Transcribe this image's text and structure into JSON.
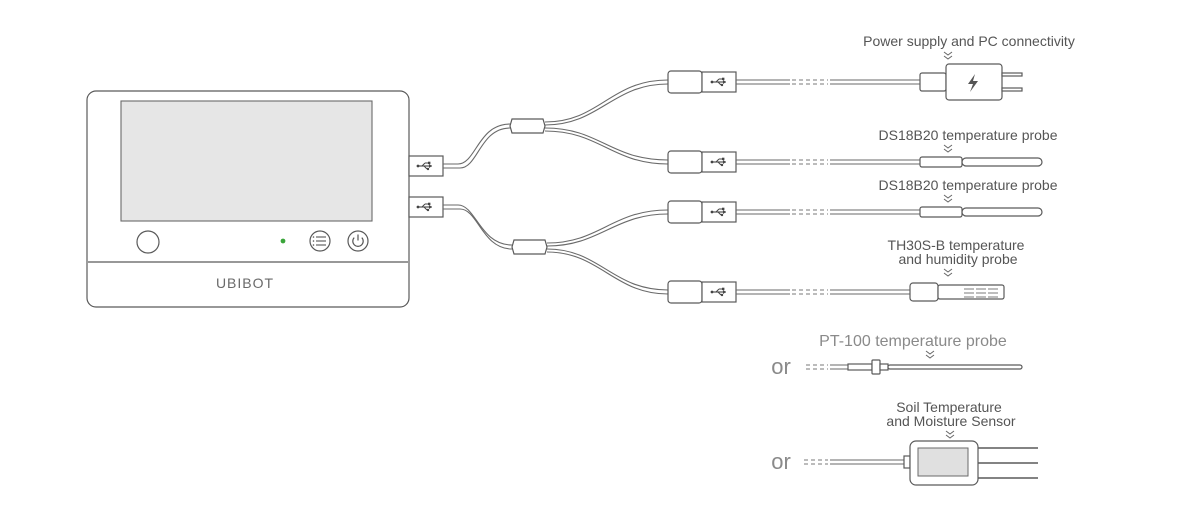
{
  "device": {
    "brand": "UBIBOT",
    "status_led_color": "#3aa53a"
  },
  "labels": {
    "power": "Power supply and PC connectivity",
    "ds1": "DS18B20 temperature probe",
    "ds2": "DS18B20 temperature probe",
    "th_line1": "TH30S-B temperature",
    "th_line2": "and humidity probe",
    "pt100": "PT-100 temperature probe",
    "soil_line1": "Soil Temperature",
    "soil_line2": "and Moisture Sensor",
    "or1": "or",
    "or2": "or"
  },
  "icons": {
    "chevron": "double-chevron-down-icon",
    "usb": "usb-icon",
    "lightning": "lightning-icon",
    "menu": "menu-icon",
    "power": "power-icon"
  }
}
